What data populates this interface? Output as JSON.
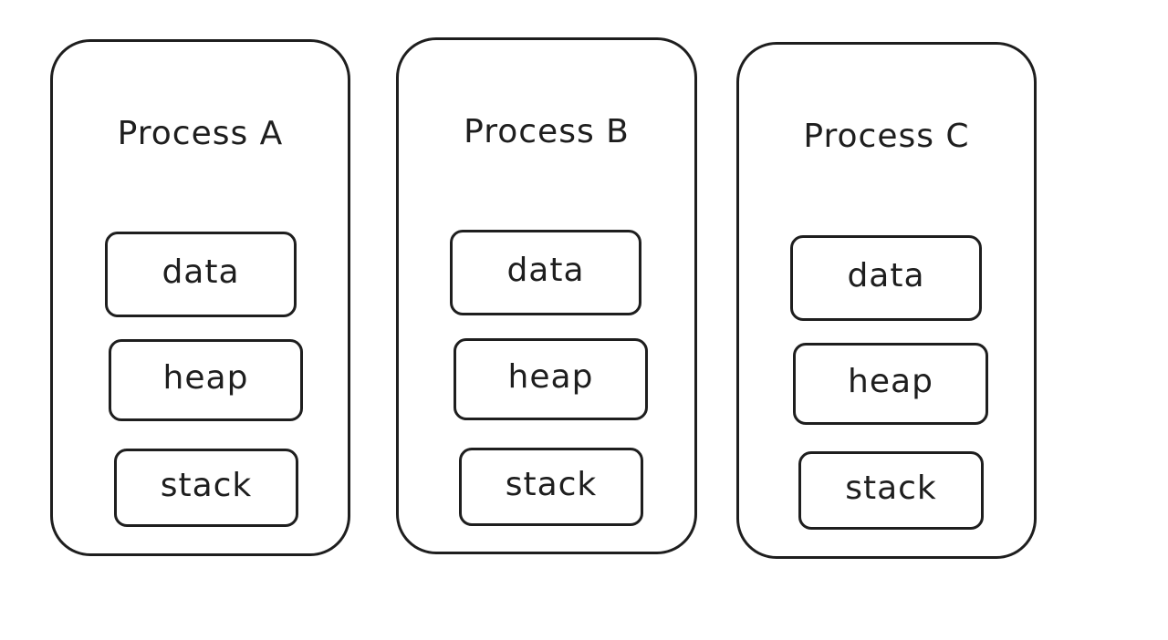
{
  "diagram": {
    "processes": [
      {
        "title": "Process A",
        "segments": [
          "data",
          "heap",
          "stack"
        ]
      },
      {
        "title": "Process B",
        "segments": [
          "data",
          "heap",
          "stack"
        ]
      },
      {
        "title": "Process C",
        "segments": [
          "data",
          "heap",
          "stack"
        ]
      }
    ]
  }
}
